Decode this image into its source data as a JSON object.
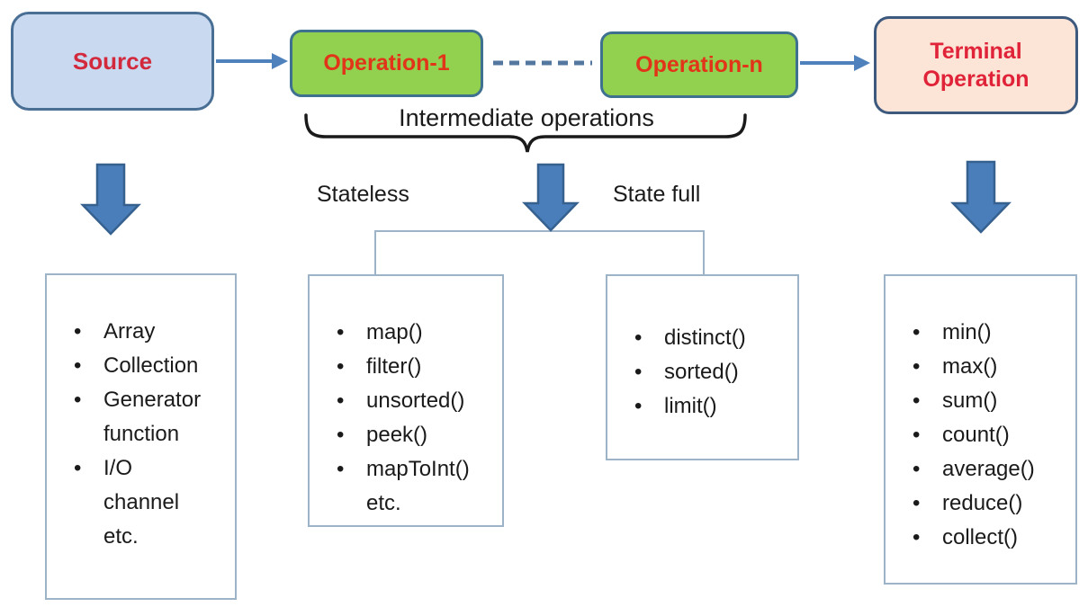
{
  "diagram": {
    "nodes": {
      "source": "Source",
      "operation_1": "Operation-1",
      "operation_n": "Operation-n",
      "terminal": "Terminal\nOperation"
    },
    "labels": {
      "intermediate_operations": "Intermediate operations",
      "stateless": "Stateless",
      "stateful": "State full"
    },
    "lists": {
      "source_examples": [
        "Array",
        "Collection",
        "Generator\nfunction",
        "I/O\nchannel\netc."
      ],
      "stateless_operations": [
        "map()",
        "filter()",
        "unsorted()",
        "peek()",
        "mapToInt()\netc."
      ],
      "stateful_operations": [
        "distinct()",
        "sorted()",
        "limit()"
      ],
      "terminal_operations": [
        "min()",
        "max()",
        "sum()",
        "count()",
        "average()",
        "reduce()",
        "collect()"
      ]
    },
    "colors": {
      "source_fill": "#c9daf0",
      "source_border": "#4a6f94",
      "operation_fill": "#92d050",
      "operation_border": "#3e7190",
      "terminal_fill": "#fce5d6",
      "terminal_border": "#3d5a7e",
      "source_terminal_text": "#d2293d",
      "operation_text": "#e23418",
      "arrow_blue": "#4f81bd",
      "block_arrow_fill": "#4a7ebb",
      "block_arrow_border": "#36618e",
      "list_box_border": "#9db4c8",
      "brace_color": "#1a1a1a"
    }
  }
}
